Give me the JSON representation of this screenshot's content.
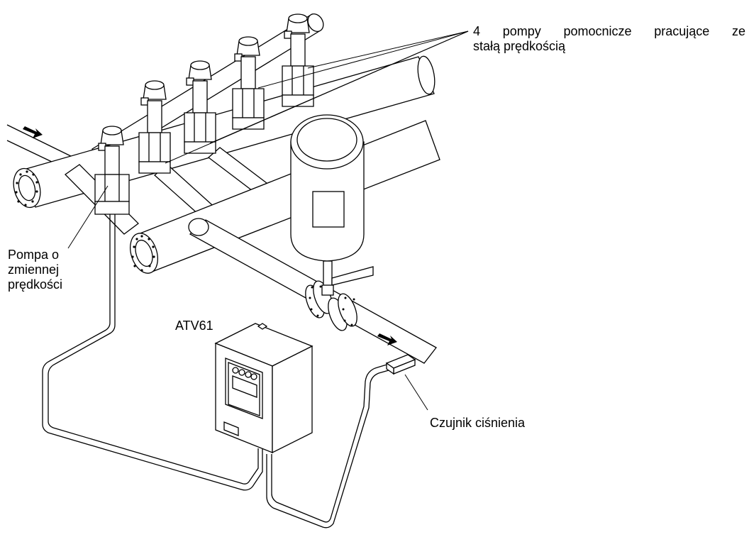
{
  "labels": {
    "aux_pumps": [
      "4 pompy pomocnicze pracujące ze",
      "stałą prędkością"
    ],
    "variable_pump": [
      "Pompa o",
      "zmiennej",
      "prędkości"
    ],
    "drive": "ATV61",
    "pressure_sensor": "Czujnik ciśnienia"
  },
  "colors": {
    "line": "#000000",
    "background": "#ffffff"
  }
}
